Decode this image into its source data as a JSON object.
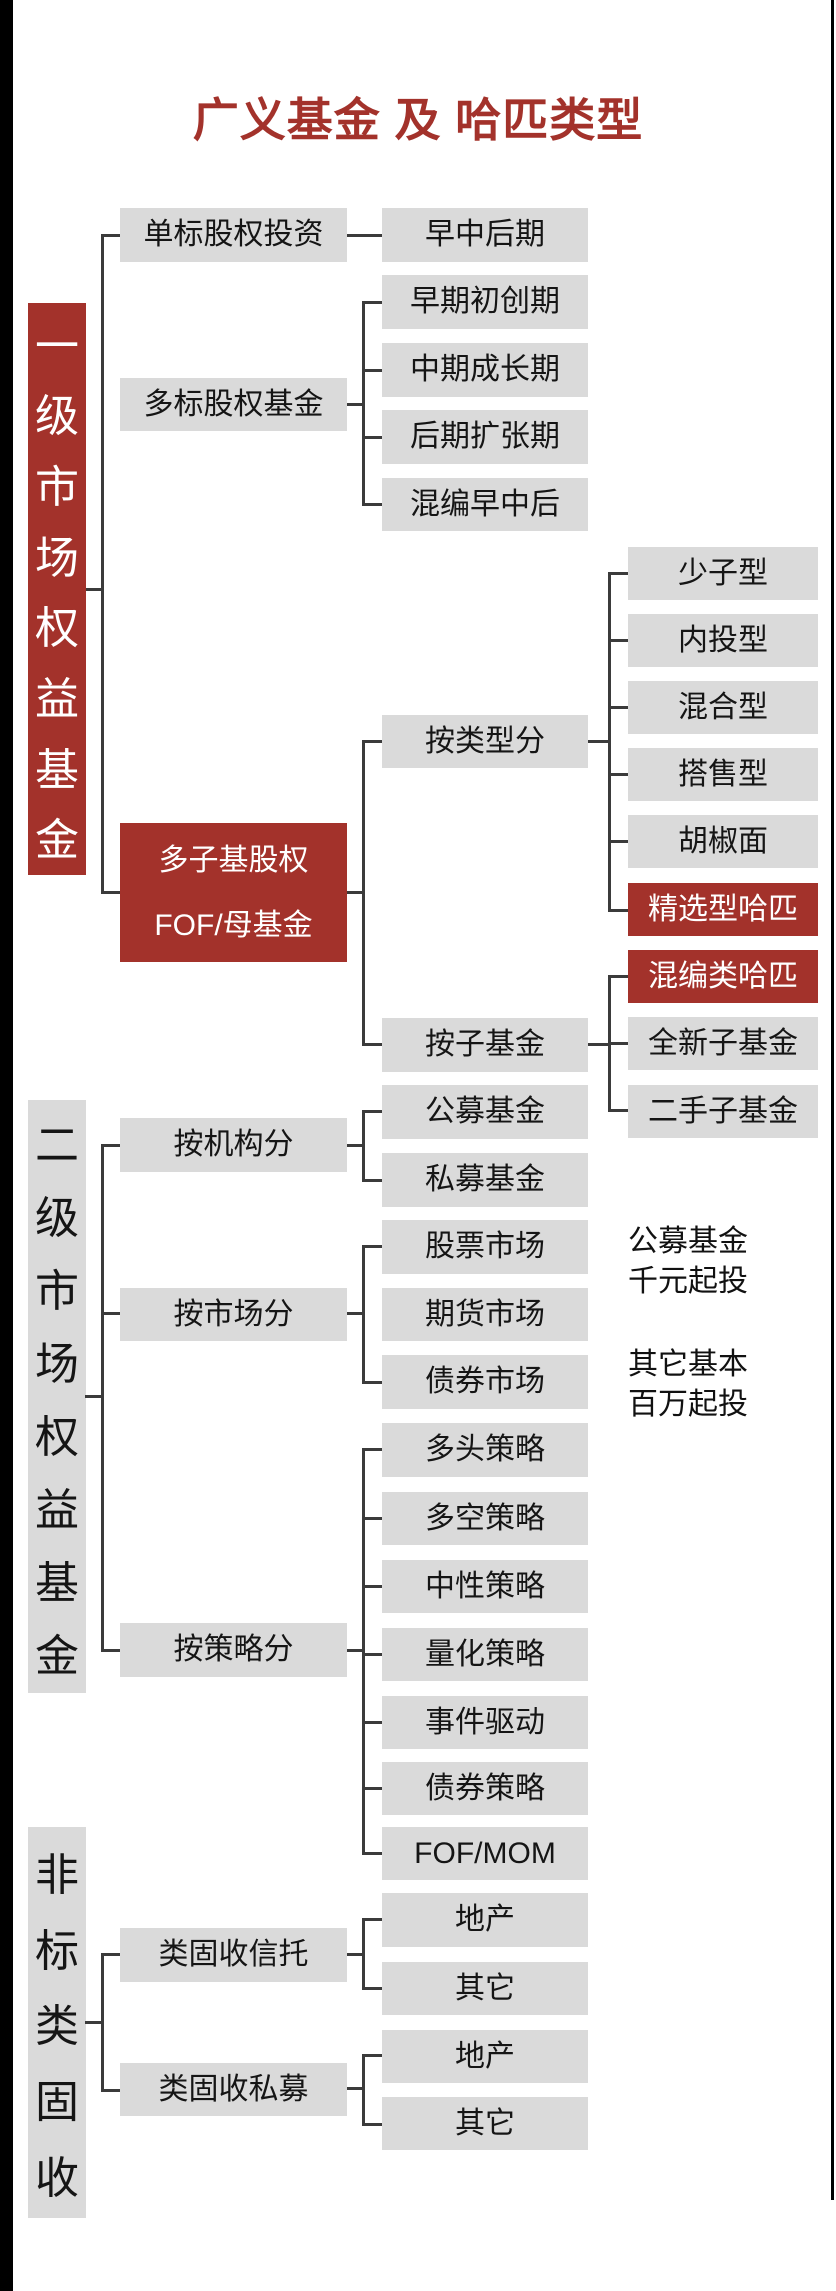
{
  "title": "广义基金 及 哈匹类型",
  "colors": {
    "accent_red": "#a3322b",
    "box_gray": "#dadada",
    "line": "#3b3b3b",
    "text": "#151515",
    "text_on_red": "#ffffff"
  },
  "sidebars": [
    {
      "label": "一级市场权益基金",
      "color": "red"
    },
    {
      "label": "二级市场权益基金",
      "color": "gray"
    },
    {
      "label": "非标类固收",
      "color": "gray"
    }
  ],
  "nodes": [
    {
      "label": "单标股权投资",
      "color": "gray"
    },
    {
      "label": "早中后期",
      "color": "gray"
    },
    {
      "label": "多标股权基金",
      "color": "gray"
    },
    {
      "label": "早期初创期",
      "color": "gray"
    },
    {
      "label": "中期成长期",
      "color": "gray"
    },
    {
      "label": "后期扩张期",
      "color": "gray"
    },
    {
      "label": "混编早中后",
      "color": "gray"
    },
    {
      "label": "多子基股权\nFOF/母基金",
      "color": "red"
    },
    {
      "label": "按类型分",
      "color": "gray"
    },
    {
      "label": "少子型",
      "color": "gray"
    },
    {
      "label": "内投型",
      "color": "gray"
    },
    {
      "label": "混合型",
      "color": "gray"
    },
    {
      "label": "搭售型",
      "color": "gray"
    },
    {
      "label": "胡椒面",
      "color": "gray"
    },
    {
      "label": "精选型哈匹",
      "color": "red"
    },
    {
      "label": "按子基金",
      "color": "gray"
    },
    {
      "label": "混编类哈匹",
      "color": "red"
    },
    {
      "label": "全新子基金",
      "color": "gray"
    },
    {
      "label": "二手子基金",
      "color": "gray"
    },
    {
      "label": "按机构分",
      "color": "gray"
    },
    {
      "label": "公募基金",
      "color": "gray"
    },
    {
      "label": "私募基金",
      "color": "gray"
    },
    {
      "label": "按市场分",
      "color": "gray"
    },
    {
      "label": "股票市场",
      "color": "gray"
    },
    {
      "label": "期货市场",
      "color": "gray"
    },
    {
      "label": "债券市场",
      "color": "gray"
    },
    {
      "label": "按策略分",
      "color": "gray"
    },
    {
      "label": "多头策略",
      "color": "gray"
    },
    {
      "label": "多空策略",
      "color": "gray"
    },
    {
      "label": "中性策略",
      "color": "gray"
    },
    {
      "label": "量化策略",
      "color": "gray"
    },
    {
      "label": "事件驱动",
      "color": "gray"
    },
    {
      "label": "债券策略",
      "color": "gray"
    },
    {
      "label": "FOF/MOM",
      "color": "gray"
    },
    {
      "label": "类固收信托",
      "color": "gray"
    },
    {
      "label": "地产",
      "color": "gray"
    },
    {
      "label": "其它",
      "color": "gray"
    },
    {
      "label": "类固收私募",
      "color": "gray"
    },
    {
      "label": "地产",
      "color": "gray"
    },
    {
      "label": "其它",
      "color": "gray"
    }
  ],
  "side_notes": [
    {
      "text": "公募基金\n千元起投"
    },
    {
      "text": "其它基本\n百万起投"
    }
  ]
}
